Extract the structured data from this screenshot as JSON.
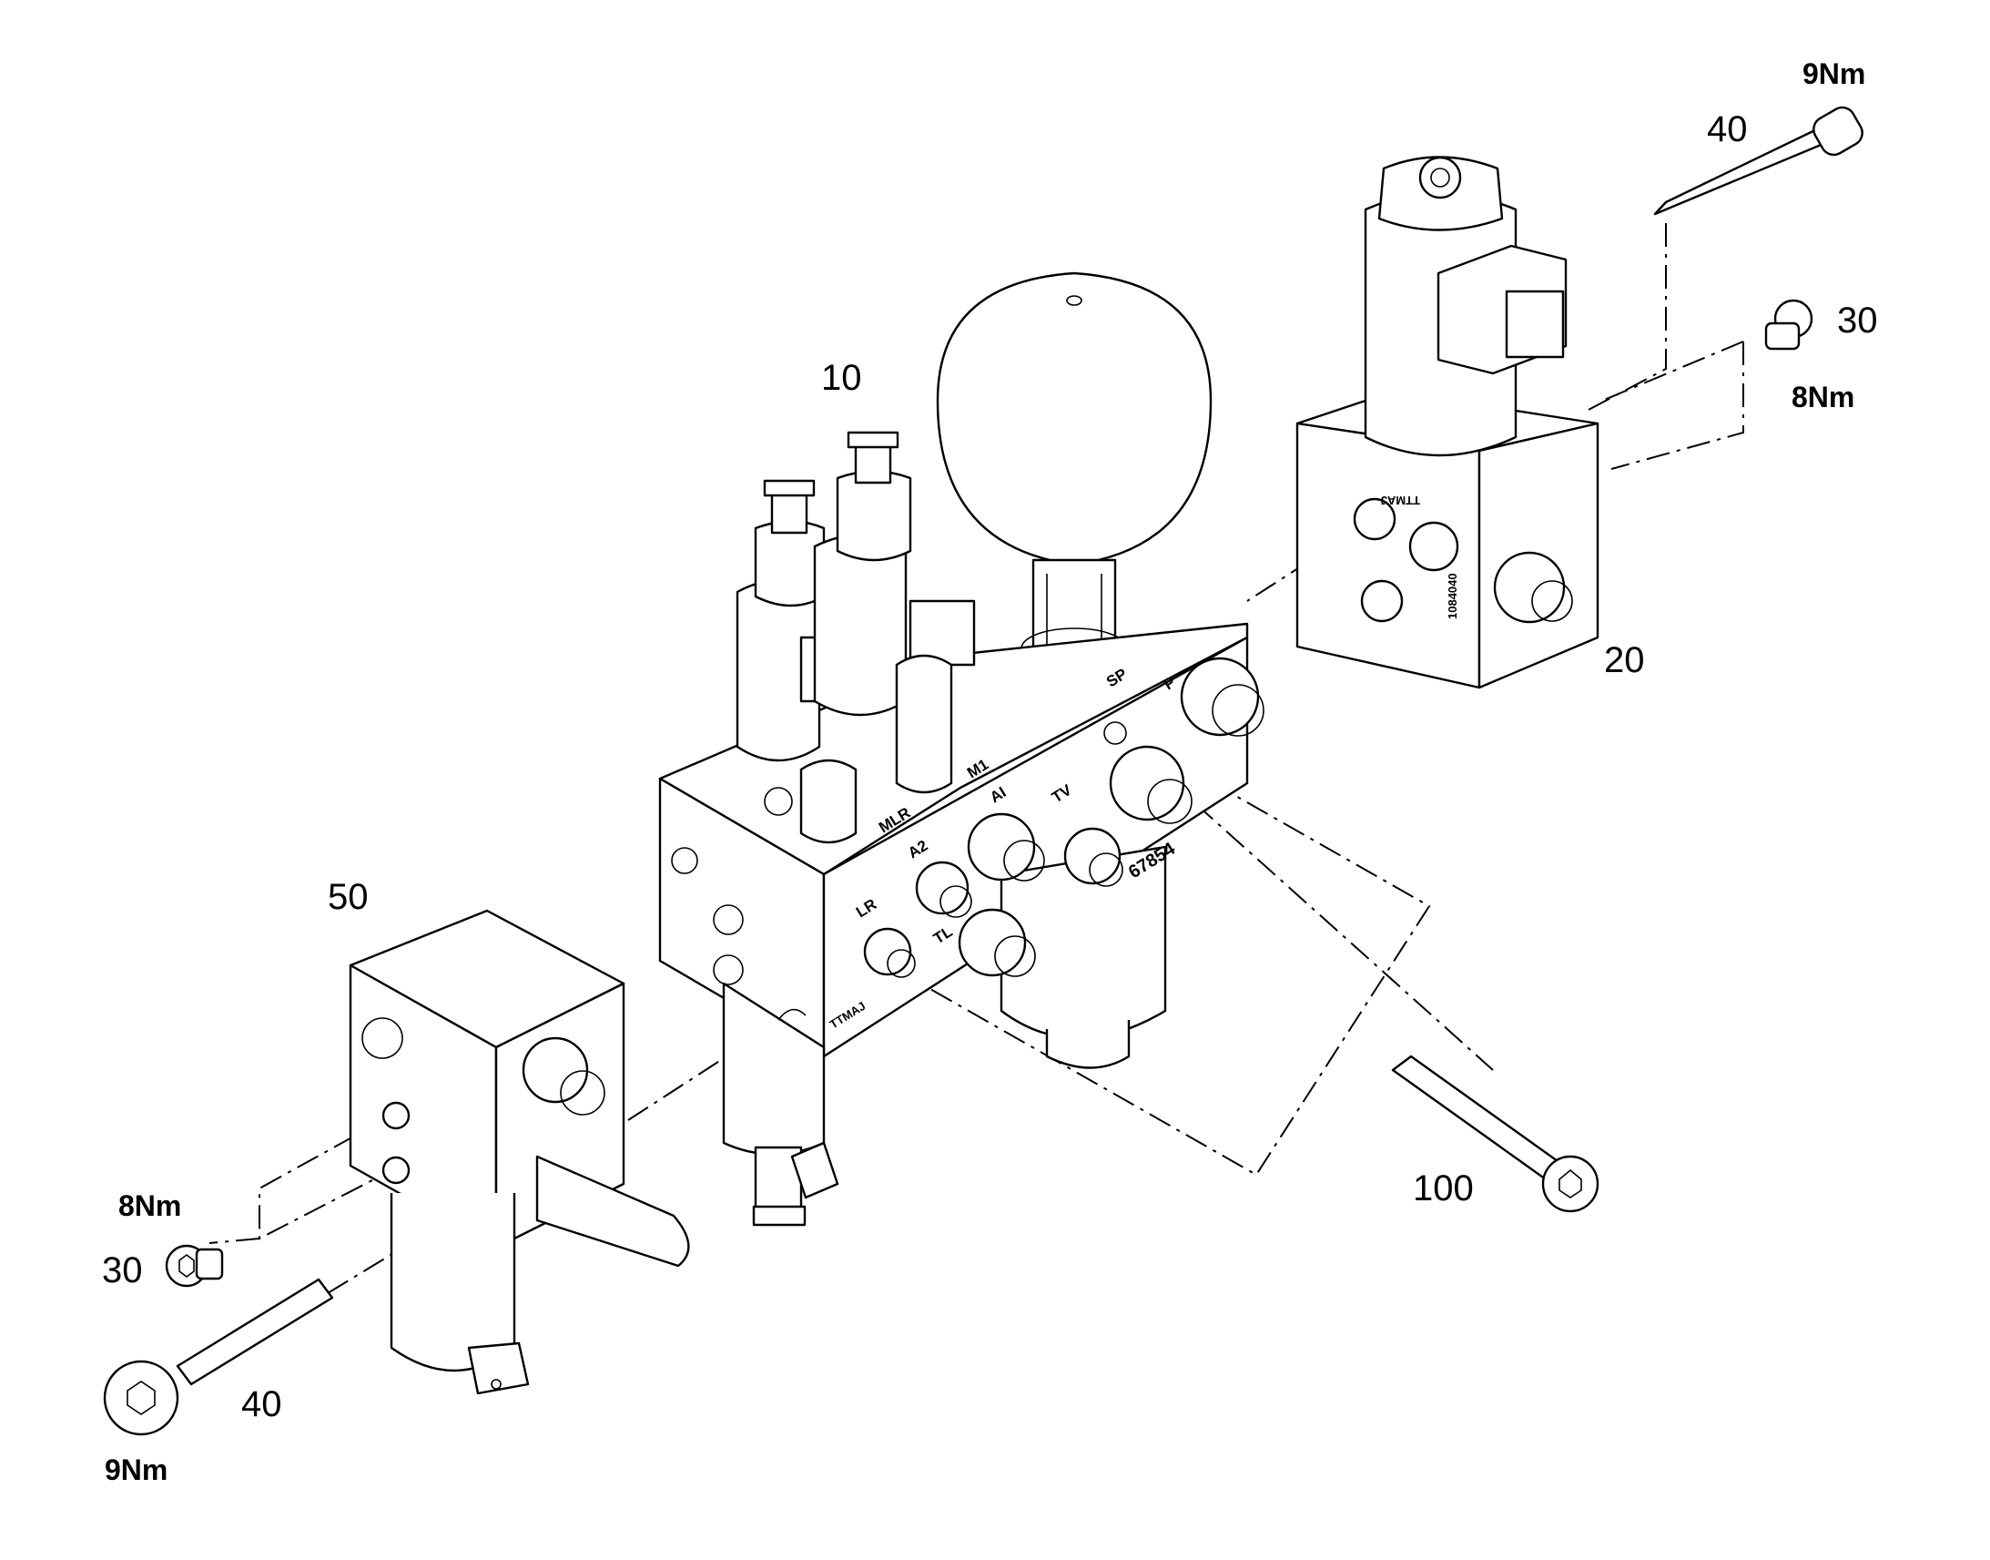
{
  "callouts": {
    "main_block": "10",
    "right_valve": "20",
    "plug_right": "30",
    "plug_left": "30",
    "screw_right": "40",
    "screw_left": "40",
    "left_valve": "50",
    "long_screw": "100"
  },
  "torques": {
    "screw_right": "9Nm",
    "plug_right": "8Nm",
    "plug_left": "8Nm",
    "screw_left": "9Nm"
  },
  "ports": {
    "sp": "SP",
    "p": "P",
    "m1": "M1",
    "mlr": "MLR",
    "ai": "AI",
    "tv": "TV",
    "a2": "A2",
    "lr": "LR",
    "tl": "TL"
  },
  "stamps": {
    "block_number": "67854",
    "right_valve_code": "1084040",
    "maker_mark": "TTMAJ"
  }
}
